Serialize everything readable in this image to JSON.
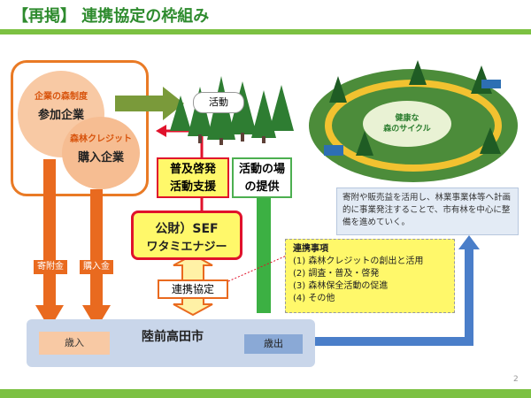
{
  "title": "【再掲】 連携協定の枠組み",
  "company": {
    "circle1_small": "企業の森制度",
    "circle1_big": "参加企業",
    "circle2_small": "森林クレジット",
    "circle2_big": "購入企業"
  },
  "funds": {
    "donation": "寄附金",
    "purchase": "購入金"
  },
  "activity_bubble": "活動",
  "support_label": [
    "普及啓発",
    "活動支援"
  ],
  "field_label": [
    "活動の場",
    "の提供"
  ],
  "sef": {
    "line1": "公財）SEF",
    "line2": "ワタミエナジー"
  },
  "agreement_label": "連携協定",
  "items": {
    "title": "連携事項",
    "list": [
      "(1) 森林クレジットの創出と活用",
      "(2) 調査・普及・啓発",
      "(3) 森林保全活動の促進",
      "(4) その他"
    ]
  },
  "city": {
    "name": "陸前高田市",
    "revenue": "歳入",
    "expenditure": "歳出"
  },
  "description": "寄附や販売益を活用し、林業事業体等へ計画的に事業発注することで、市有林を中心に整備を進めていく。",
  "forest_cycle": {
    "center_line1": "健康な",
    "center_line2": "森のサイクル"
  },
  "page_number": "2",
  "colors": {
    "orange": "#e96a1f",
    "red": "#e0122b",
    "green": "#3cb043",
    "blue": "#4a7ec9",
    "accent_green": "#7cc142"
  }
}
